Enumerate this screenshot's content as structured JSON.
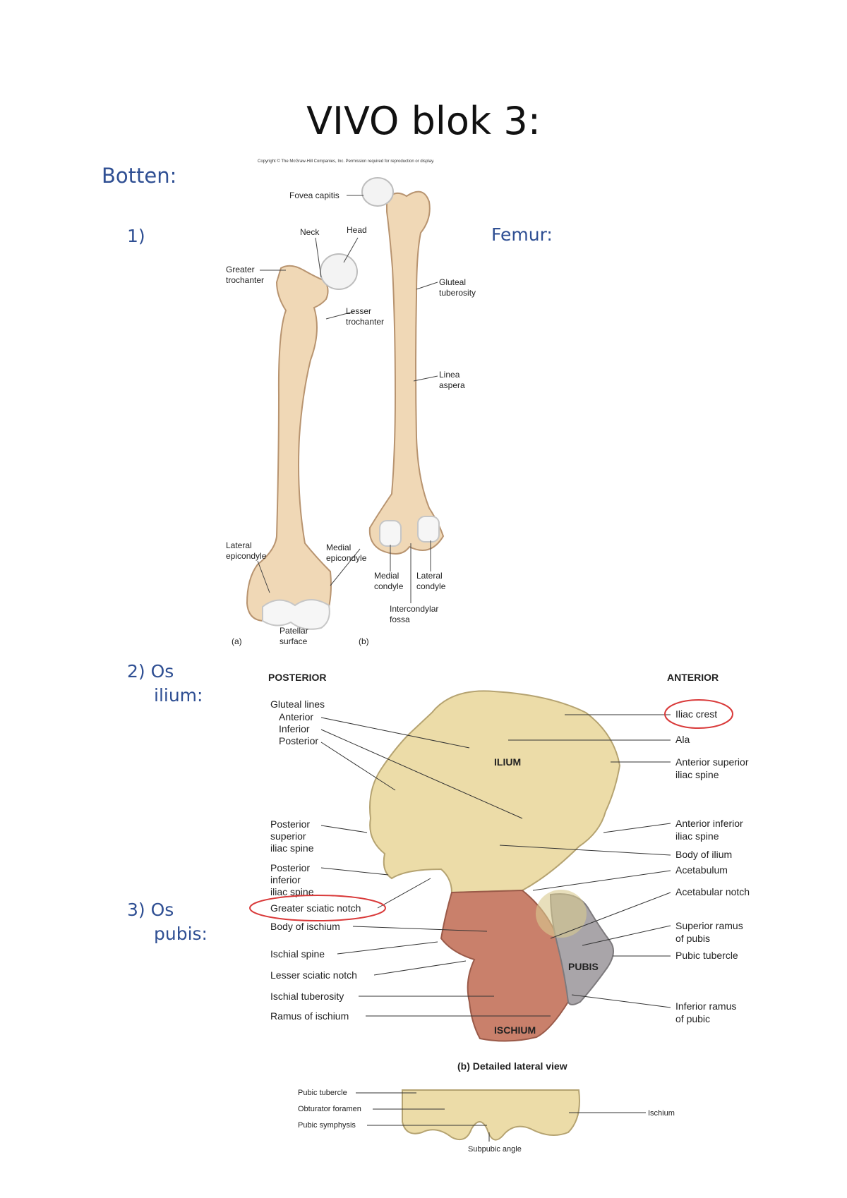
{
  "document": {
    "title": "VIVO blok 3:",
    "section_heading": "Botten:",
    "item1": {
      "number": "1)"
    },
    "femur_label": "Femur:",
    "item2": {
      "number": "2)",
      "line1": "Os",
      "line2": "ilium:"
    },
    "item3": {
      "number": "3)",
      "line1": "Os",
      "line2": "pubis:"
    }
  },
  "femur_figure": {
    "copyright": "Copyright © The McGraw-Hill Companies, Inc. Permission required for reproduction or display.",
    "labels": {
      "fovea_capitis": "Fovea capitis",
      "neck": "Neck",
      "head": "Head",
      "greater_trochanter_1": "Greater",
      "greater_trochanter_2": "trochanter",
      "lesser_trochanter_1": "Lesser",
      "lesser_trochanter_2": "trochanter",
      "gluteal_1": "Gluteal",
      "gluteal_2": "tuberosity",
      "linea_1": "Linea",
      "linea_2": "aspera",
      "lateral_epi_1": "Lateral",
      "lateral_epi_2": "epicondyle",
      "medial_epi_1": "Medial",
      "medial_epi_2": "epicondyle",
      "medial_condyle_1": "Medial",
      "medial_condyle_2": "condyle",
      "lateral_condyle_1": "Lateral",
      "lateral_condyle_2": "condyle",
      "intercondylar_1": "Intercondylar",
      "intercondylar_2": "fossa",
      "patellar_1": "Patellar",
      "patellar_2": "surface",
      "panel_a": "(a)",
      "panel_b": "(b)"
    }
  },
  "pelvis_figure": {
    "posterior": "POSTERIOR",
    "anterior": "ANTERIOR",
    "ilium": "ILIUM",
    "pubis": "PUBIS",
    "ischium": "ISCHIUM",
    "left_labels": {
      "gluteal_lines": "Gluteal lines",
      "anterior": "Anterior",
      "inferior": "Inferior",
      "posterior": "Posterior",
      "psis_1": "Posterior",
      "psis_2": "superior",
      "psis_3": "iliac spine",
      "piis_1": "Posterior",
      "piis_2": "inferior",
      "piis_3": "iliac spine",
      "greater_sciatic_notch": "Greater sciatic notch",
      "body_of_ischium": "Body of ischium",
      "ischial_spine": "Ischial spine",
      "lesser_sciatic_notch": "Lesser sciatic notch",
      "ischial_tuberosity": "Ischial tuberosity",
      "ramus_of_ischium": "Ramus of ischium"
    },
    "right_labels": {
      "iliac_crest": "Iliac crest",
      "ala": "Ala",
      "asis_1": "Anterior superior",
      "asis_2": "iliac spine",
      "aiis_1": "Anterior inferior",
      "aiis_2": "iliac spine",
      "body_of_ilium": "Body of ilium",
      "acetabulum": "Acetabulum",
      "acetabular_notch": "Acetabular notch",
      "sup_ramus_1": "Superior ramus",
      "sup_ramus_2": "of pubis",
      "pubic_tubercle": "Pubic tubercle",
      "inf_ramus_1": "Inferior ramus",
      "inf_ramus_2": "of pubic"
    },
    "caption": "(b) Detailed lateral view",
    "colors": {
      "ilium": "#ecdca8",
      "ischium": "#c9806b",
      "pubis": "#a9a5a9",
      "highlight": "#d93a3a"
    }
  },
  "pubis_strip": {
    "pubic_tubercle": "Pubic tubercle",
    "obturator_foramen": "Obturator foramen",
    "pubic_symphysis": "Pubic symphysis",
    "ischium": "Ischium",
    "subpubic_angle": "Subpubic angle"
  }
}
